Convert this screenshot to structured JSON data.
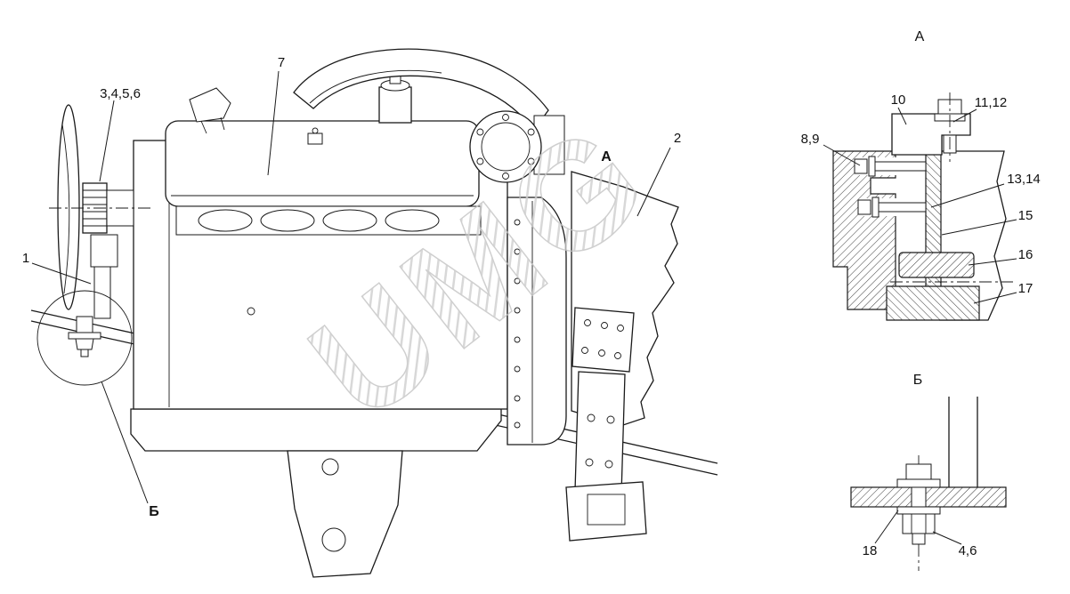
{
  "watermark": "UMG",
  "main": {
    "c3456": "3,4,5,6",
    "c7": "7",
    "c2": "2",
    "c1": "1",
    "view_a": "А",
    "view_b": "Б"
  },
  "detailA": {
    "title": "А",
    "c89": "8,9",
    "c10": "10",
    "c1112": "11,12",
    "c1314": "13,14",
    "c15": "15",
    "c16": "16",
    "c17": "17"
  },
  "detailB": {
    "title": "Б",
    "c18": "18",
    "c46": "4,6"
  }
}
